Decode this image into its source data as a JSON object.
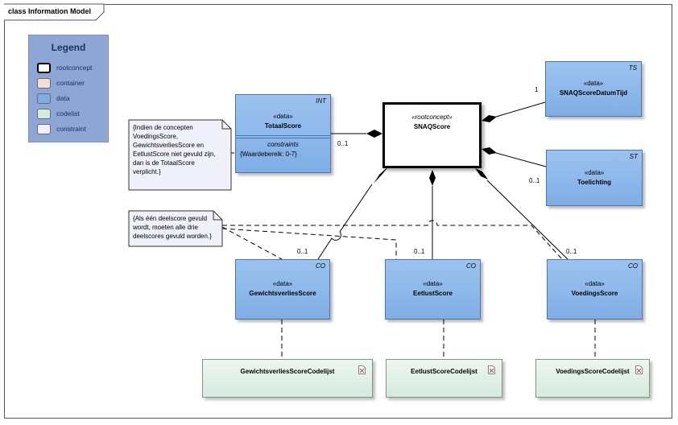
{
  "frame": {
    "title": "class Information Model"
  },
  "legend": {
    "title": "Legend",
    "items": [
      {
        "label": "rootconcept",
        "color": "#ffffff",
        "border": "#000000"
      },
      {
        "label": "container",
        "color": "#f5dfd2",
        "border": "#777777"
      },
      {
        "label": "data",
        "color": "#7faee6",
        "border": "#777777"
      },
      {
        "label": "codelist",
        "color": "#d4ebdd",
        "border": "#777777"
      },
      {
        "label": "constraint",
        "color": "#f0f0f8",
        "border": "#777777"
      }
    ]
  },
  "root": {
    "stereotype": "«rootconcept»",
    "name": "SNAQScore"
  },
  "totaal": {
    "stereotype": "«data»",
    "name": "TotaalScore",
    "tag": "INT",
    "constraints_title": "constraints",
    "constraint": "{Waardebereik: 0-7}"
  },
  "datum": {
    "stereotype": "«data»",
    "name": "SNAQScoreDatumTijd",
    "tag": "TS"
  },
  "toelichting": {
    "stereotype": "«data»",
    "name": "Toelichting",
    "tag": "ST"
  },
  "gewicht": {
    "stereotype": "«data»",
    "name": "GewichtsverliesScore",
    "tag": "CO"
  },
  "eetlust": {
    "stereotype": "«data»",
    "name": "EetlustScore",
    "tag": "CO"
  },
  "voeding": {
    "stereotype": "«data»",
    "name": "VoedingsScore",
    "tag": "CO"
  },
  "codelists": {
    "gewicht": "GewichtsverliesScoreCodelijst",
    "eetlust": "EetlustScoreCodelijst",
    "voeding": "VoedingsScoreCodelijst"
  },
  "notes": {
    "totaal": "{Indien de concepten\nVoedingsScore,\nGewichtsverliesScore en\nEetlustScore niet gevuld zijn,\ndan is de TotaalScore\nverplicht.}",
    "deelscore": "{Als één deelscore gevuld\nwordt, moeten alle drie\ndeelscores gevuld worden.}"
  },
  "multiplicities": {
    "totaal": "0..1",
    "datum": "1",
    "toelichting": "0..1",
    "gewicht": "0..1",
    "eetlust": "0..1",
    "voeding": "0..1"
  }
}
